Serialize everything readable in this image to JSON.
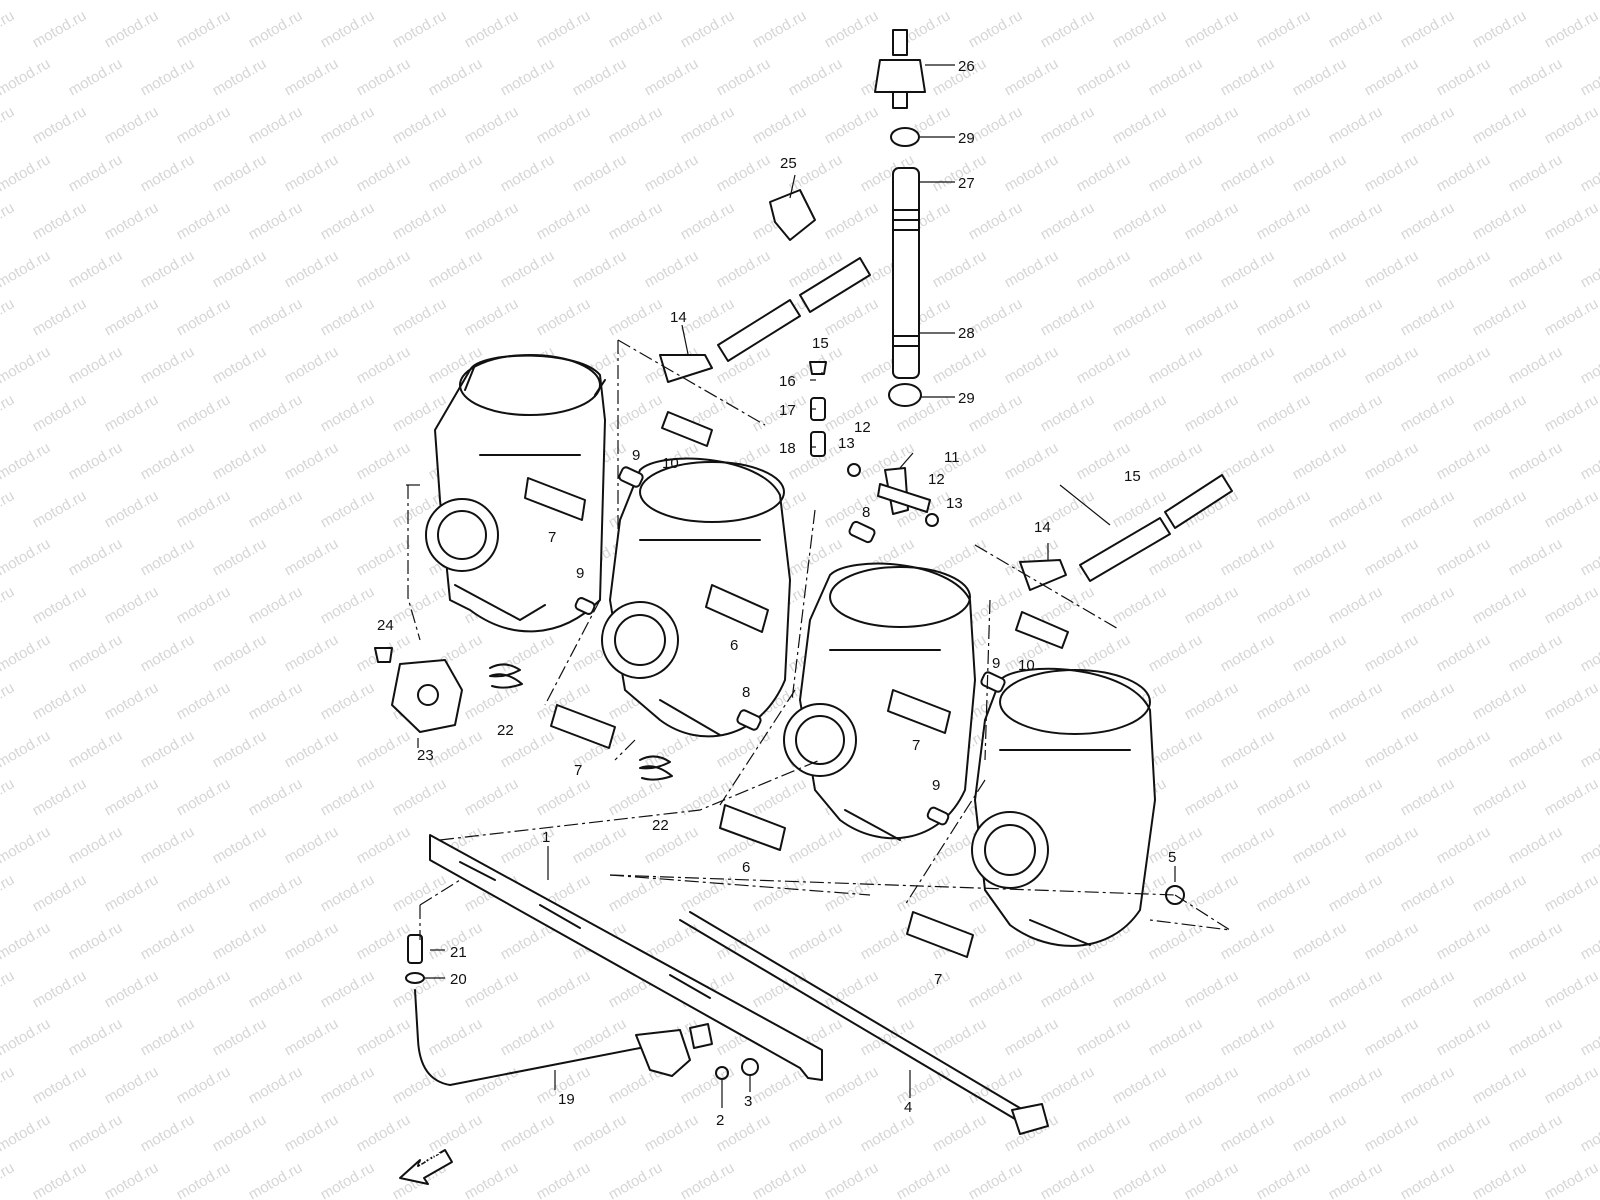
{
  "watermark": {
    "text": "motod.ru"
  },
  "callouts": [
    {
      "id": "c1",
      "label": "1"
    },
    {
      "id": "c2",
      "label": "2"
    },
    {
      "id": "c3",
      "label": "3"
    },
    {
      "id": "c4",
      "label": "4"
    },
    {
      "id": "c5",
      "label": "5"
    },
    {
      "id": "c6a",
      "label": "6"
    },
    {
      "id": "c6b",
      "label": "6"
    },
    {
      "id": "c7a",
      "label": "7"
    },
    {
      "id": "c7b",
      "label": "7"
    },
    {
      "id": "c7c",
      "label": "7"
    },
    {
      "id": "c7d",
      "label": "7"
    },
    {
      "id": "c8a",
      "label": "8"
    },
    {
      "id": "c8b",
      "label": "8"
    },
    {
      "id": "c9a",
      "label": "9"
    },
    {
      "id": "c9b",
      "label": "9"
    },
    {
      "id": "c9c",
      "label": "9"
    },
    {
      "id": "c9d",
      "label": "9"
    },
    {
      "id": "c10a",
      "label": "10"
    },
    {
      "id": "c10b",
      "label": "10"
    },
    {
      "id": "c11",
      "label": "11"
    },
    {
      "id": "c12a",
      "label": "12"
    },
    {
      "id": "c12b",
      "label": "12"
    },
    {
      "id": "c13a",
      "label": "13"
    },
    {
      "id": "c13b",
      "label": "13"
    },
    {
      "id": "c14a",
      "label": "14"
    },
    {
      "id": "c14b",
      "label": "14"
    },
    {
      "id": "c15a",
      "label": "15"
    },
    {
      "id": "c15b",
      "label": "15"
    },
    {
      "id": "c16",
      "label": "16"
    },
    {
      "id": "c17",
      "label": "17"
    },
    {
      "id": "c18",
      "label": "18"
    },
    {
      "id": "c19",
      "label": "19"
    },
    {
      "id": "c20",
      "label": "20"
    },
    {
      "id": "c21",
      "label": "21"
    },
    {
      "id": "c22a",
      "label": "22"
    },
    {
      "id": "c22b",
      "label": "22"
    },
    {
      "id": "c23",
      "label": "23"
    },
    {
      "id": "c24",
      "label": "24"
    },
    {
      "id": "c25",
      "label": "25"
    },
    {
      "id": "c26",
      "label": "26"
    },
    {
      "id": "c27",
      "label": "27"
    },
    {
      "id": "c28",
      "label": "28"
    },
    {
      "id": "c29a",
      "label": "29"
    },
    {
      "id": "c29b",
      "label": "29"
    }
  ],
  "fwd_label": "FWD"
}
